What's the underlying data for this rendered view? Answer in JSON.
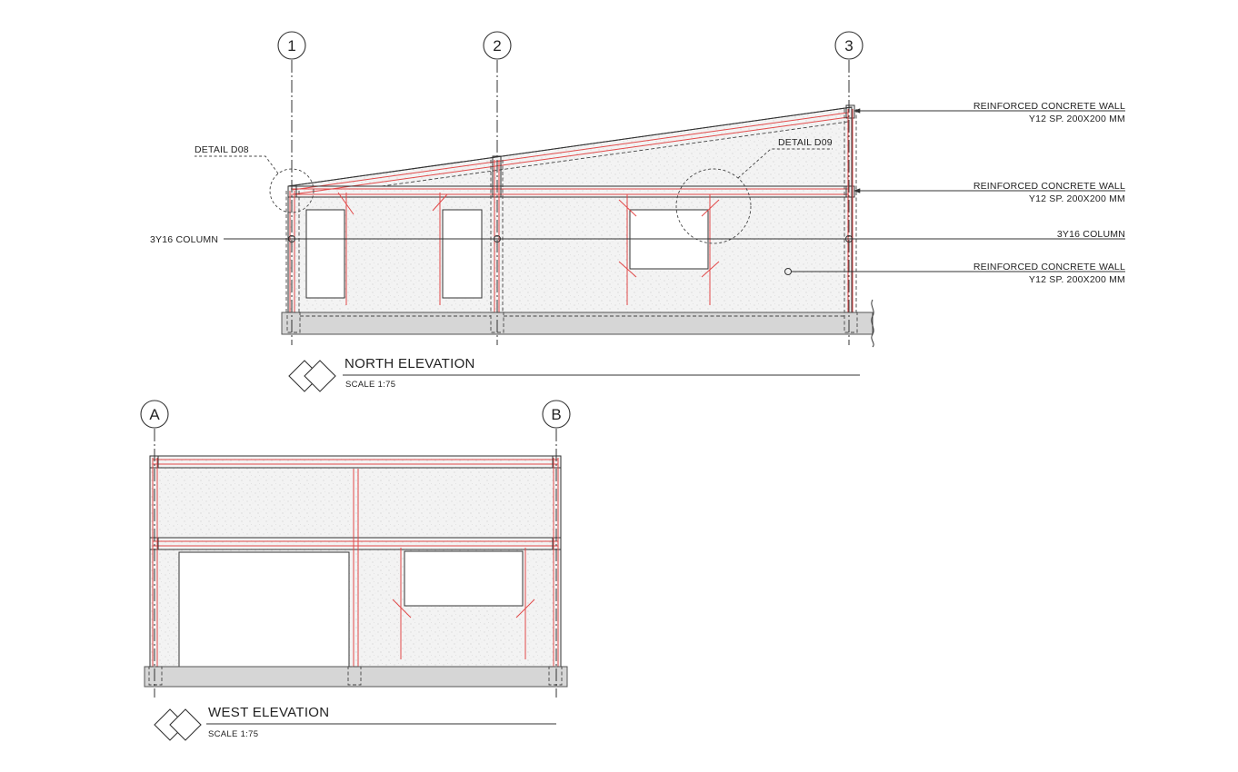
{
  "grid": {
    "north": [
      "1",
      "2",
      "3"
    ],
    "west": [
      "A",
      "B"
    ]
  },
  "annotations": {
    "detail_d08": "DETAIL D08",
    "detail_d09": "DETAIL D09",
    "column_left": "3Y16 COLUMN",
    "column_right": "3Y16 COLUMN",
    "wall_top": {
      "line1": "REINFORCED CONCRETE WALL",
      "line2": "Y12 SP. 200X200 MM"
    },
    "wall_mid": {
      "line1": "REINFORCED CONCRETE WALL",
      "line2": "Y12 SP. 200X200 MM"
    },
    "wall_body": {
      "line1": "REINFORCED CONCRETE WALL",
      "line2": "Y12 SP. 200X200 MM"
    }
  },
  "titles": {
    "north": {
      "name": "NORTH ELEVATION",
      "scale": "SCALE 1:75"
    },
    "west": {
      "name": "WEST ELEVATION",
      "scale": "SCALE 1:75"
    }
  },
  "colors": {
    "rebar": "#e24a4a",
    "concrete_hatch": "#efefef",
    "slab": "#d6d6d6",
    "linework": "#333333"
  }
}
